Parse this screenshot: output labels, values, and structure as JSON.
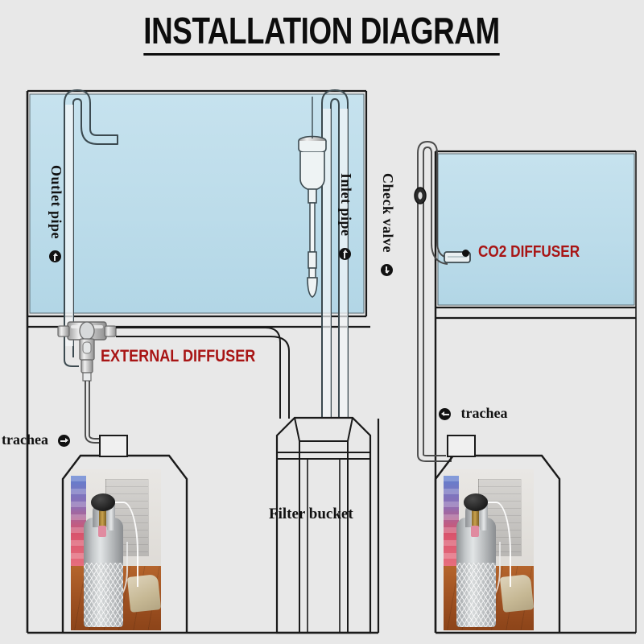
{
  "page": {
    "title": "INSTALLATION DIAGRAM",
    "background_color": "#e8e8e8"
  },
  "colors": {
    "water": "#bdddea",
    "label_red": "#a81414",
    "line": "#1a1a1a",
    "glass": "#4a5a60"
  },
  "labels": {
    "outlet_pipe": "Outlet pipe",
    "inlet_pipe": "Inlet pipe",
    "check_valve": "Check valve",
    "external_diffuser": "EXTERNAL DIFFUSER",
    "co2_diffuser": "CO2 DIFFUSER",
    "filter_bucket": "Filter bucket",
    "trachea_left": "trachea",
    "trachea_right": "trachea"
  },
  "icons": {
    "arrow_left": "arrow-left-circle-icon",
    "arrow_right": "arrow-right-circle-icon",
    "bullet": "bullet-dot-icon"
  },
  "components": {
    "left_system": {
      "name": "canister-filter-aquarium-system",
      "parts": [
        "outlet-pipe",
        "inlet-pipe",
        "inlet-strainer",
        "external-diffuser",
        "filter-bucket",
        "co2-cylinder",
        "trachea-tubing"
      ]
    },
    "right_system": {
      "name": "in-tank-diffuser-aquarium-system",
      "parts": [
        "check-valve",
        "co2-diffuser",
        "co2-cylinder",
        "trachea-tubing"
      ]
    },
    "cylinder_photo": {
      "name": "co2-cylinder-photo",
      "subject": "CO2 gas cylinder with regulator and tubing"
    }
  }
}
